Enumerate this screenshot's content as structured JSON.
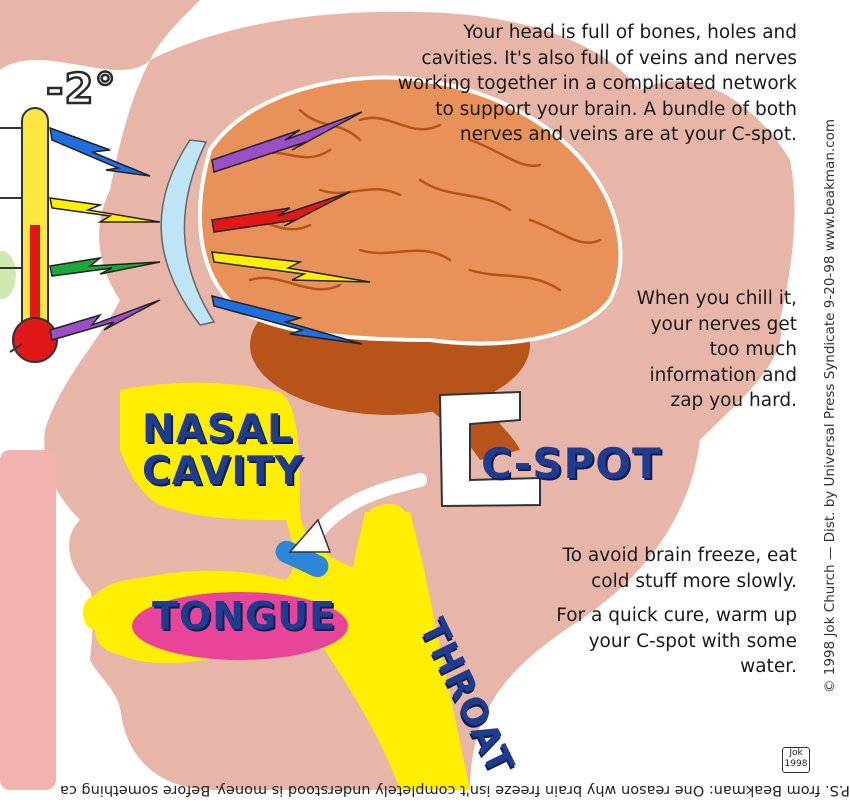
{
  "intro_text": "Your head is full of bones, holes and cavities. It's also full of veins and nerves working together in a complicated network to support your brain. A bundle of both nerves and veins are at your C-spot.",
  "cspot_text": "When you chill it, your nerves get too much information and zap you hard.",
  "freeze_tip": "To avoid brain freeze, eat cold stuff more slowly.",
  "cure_tip": "For a quick cure, warm up your C-spot with some water.",
  "labels": {
    "nasal": "NASAL",
    "cavity": "CAVITY",
    "tongue": "TONGUE",
    "throat": "THROAT",
    "cspot": "C-SPOT",
    "temperature": "-2°"
  },
  "credits": "© 1998 Jok Church — Dist. by Universal Press Syndicate 9-20-98 www.beakman.com",
  "ps_note": "P.S. from Beakman: One reason why brain freeze isn't completely understood is money. Before something ca",
  "signature": "Jok 1998",
  "colors": {
    "background": "#ffffff",
    "skin": "#e8b6a8",
    "brain": "#e8925a",
    "brain_dark": "#b8541a",
    "cavity": "#ffee00",
    "tongue": "#e8449a",
    "label": "#1f3c8e",
    "thermometer_tube": "#ffe640",
    "mercury": "#e01818",
    "blue_spot": "#2e86d6",
    "ice_lens": "#bfe4f5"
  },
  "icons": {
    "thermometer": "thermometer-icon",
    "bolt": "lightning-bolt-icon",
    "arrow": "curved-arrow-icon"
  }
}
